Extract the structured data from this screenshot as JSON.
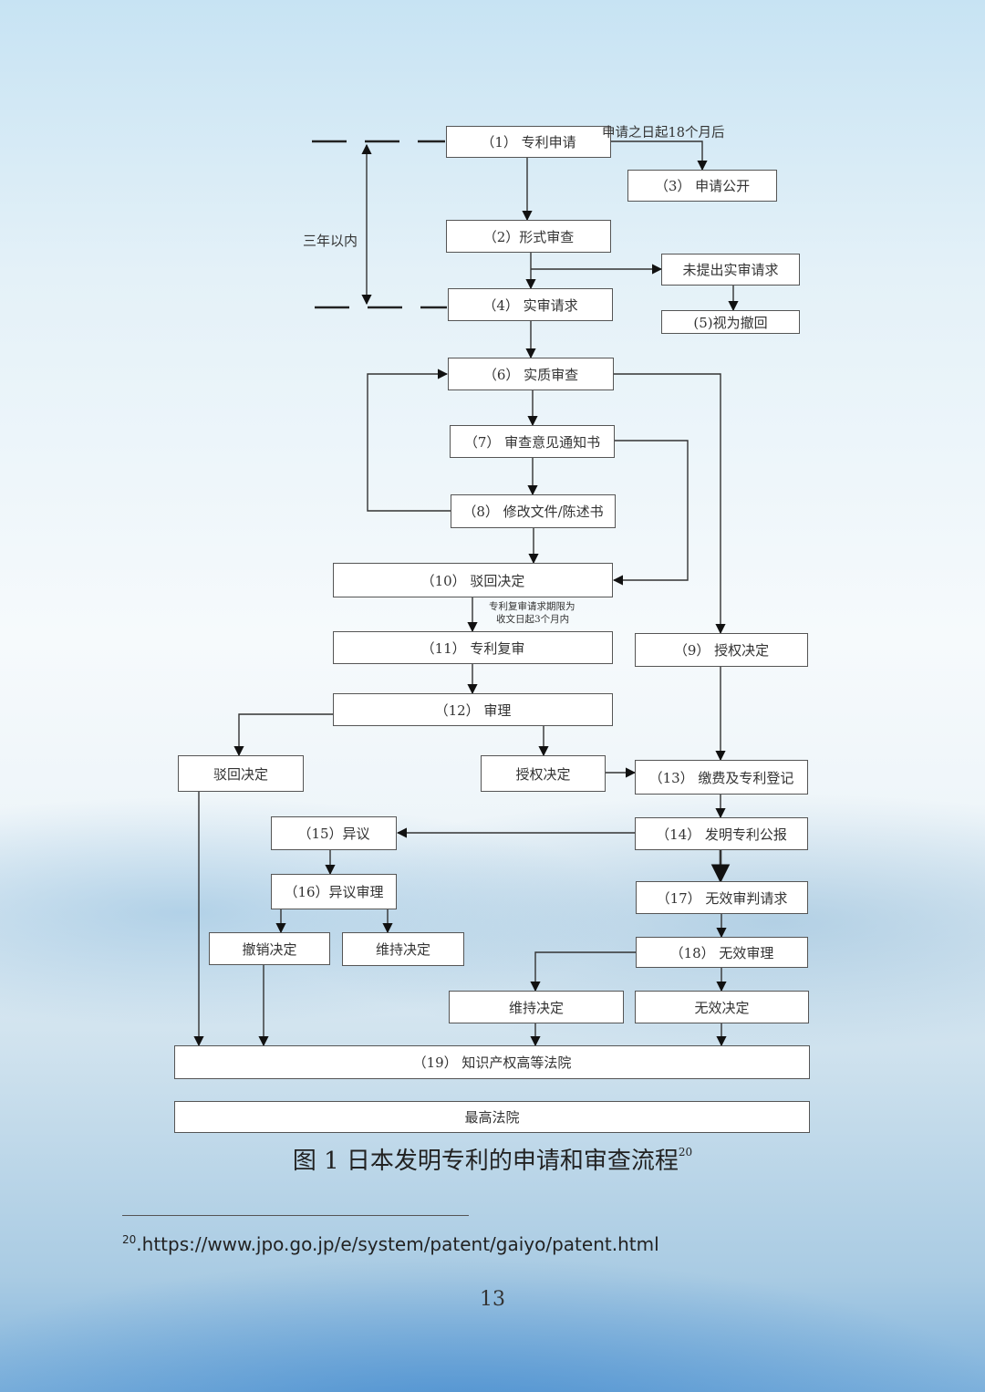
{
  "boxes": {
    "b1": "（1） 专利申请",
    "b2": "（2）形式审查",
    "b3": "（3） 申请公开",
    "b4": "（4） 实审请求",
    "b5": "(5)视为撤回",
    "b_nr": "未提出实审请求",
    "b6": "（6） 实质审查",
    "b7": "（7） 审查意见通知书",
    "b8": "（8） 修改文件/陈述书",
    "b9": "（9） 授权决定",
    "b10": "（10） 驳回决定",
    "b11": "（11） 专利复审",
    "b12": "（12） 审理",
    "b_rej": "驳回决定",
    "b_grant2": "授权决定",
    "b13": "（13） 缴费及专利登记",
    "b14": "（14） 发明专利公报",
    "b15": "（15）异议",
    "b16": "（16）异议审理",
    "b_revoke": "撤销决定",
    "b_maintain1": "维持决定",
    "b17": "（17） 无效审判请求",
    "b18": "（18） 无效审理",
    "b_maintain2": "维持决定",
    "b_invalid": "无效决定",
    "b19": "（19） 知识产权高等法院",
    "b_supreme": "最高法院"
  },
  "labels": {
    "pub_note": "申请之日起18个月后",
    "three_years": "三年以内",
    "appeal_note_1": "专利复审请求期限为",
    "appeal_note_2": "收文日起3个月内"
  },
  "caption": {
    "text": "图 1 日本发明专利的申请和审查流程",
    "ref": "20"
  },
  "footnote": {
    "ref": "20",
    "text": ".https://www.jpo.go.jp/e/system/patent/gaiyo/patent.html"
  },
  "page_number": "13"
}
